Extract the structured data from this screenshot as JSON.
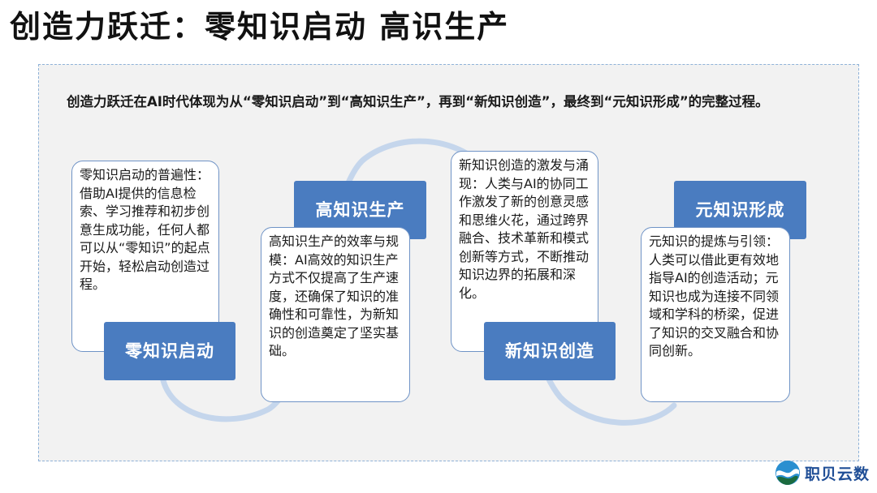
{
  "title": "创造力跃迁：零知识启动 高识生产",
  "intro": "创造力跃迁在AI时代体现为从“零知识启动”到“高知识生产”，再到“新知识创造”，最终到“元知识形成”的完整过程。",
  "stages": [
    {
      "label": "零知识启动",
      "description": "零知识启动的普遍性：借助AI提供的信息检索、学习推荐和初步创意生成功能，任何人都可以从“零知识”的起点开始，轻松启动创造过程。"
    },
    {
      "label": "高知识生产",
      "description": "高知识生产的效率与规模：AI高效的知识生产方式不仅提高了生产速度，还确保了知识的准确性和可靠性，为新知识的创造奠定了坚实基础。"
    },
    {
      "label": "新知识创造",
      "description": "新知识创造的激发与涌现：人类与AI的协同工作激发了新的创意灵感和思维火花，通过跨界融合、技术革新和模式创新等方式，不断推动知识边界的拓展和深化。"
    },
    {
      "label": "元知识形成",
      "description": "元知识的提炼与引领：人类可以借此更有效地指导AI的创造活动；元知识也成为连接不同领域和学科的桥梁，促进了知识的交叉融合和协同创新。"
    }
  ],
  "logo": {
    "text": "职贝云数",
    "icon": "globe-wave-icon"
  },
  "colors": {
    "accent": "#4a7cc0",
    "box_border": "#6f93c6",
    "wave": "#c5d6ec",
    "panel_bg": "#f2f2f2",
    "panel_border": "#8fb2d8",
    "logo": "#1f4e96"
  }
}
